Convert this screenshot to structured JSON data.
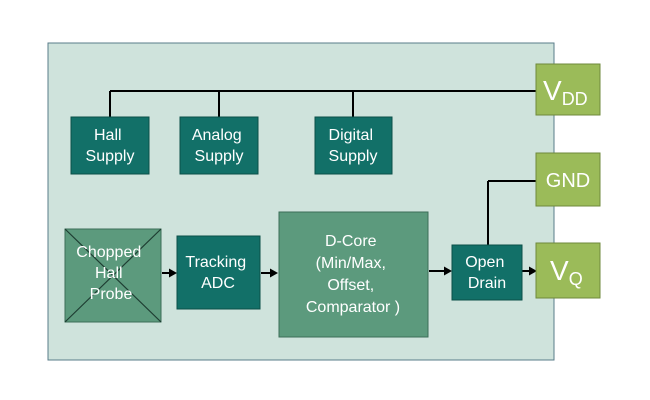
{
  "colors": {
    "background": "#ffffff",
    "chip_fill": "#cfe3dc",
    "chip_border": "#5a7d8a",
    "block_dark": "#127068",
    "block_dcore": "#5c9a7d",
    "pin_fill": "#9bbb59",
    "pin_border": "#6f8a3c",
    "wire": "#000000"
  },
  "blocks": {
    "hall_supply": [
      "Hall",
      "Supply"
    ],
    "analog_supply": [
      "Analog",
      "Supply"
    ],
    "digital_supply": [
      "Digital",
      "Supply"
    ],
    "chopped_hall_probe": [
      "Chopped",
      "Hall",
      "Probe"
    ],
    "tracking_adc": [
      "Tracking",
      "ADC"
    ],
    "d_core": [
      "D-Core",
      "(Min/Max,",
      "Offset,",
      "Comparator )"
    ],
    "open_drain": [
      "Open",
      "Drain"
    ]
  },
  "pins": {
    "vdd": {
      "main": "V",
      "sub": "DD"
    },
    "gnd": {
      "main": "GND"
    },
    "vq": {
      "main": "V",
      "sub": "Q"
    }
  }
}
